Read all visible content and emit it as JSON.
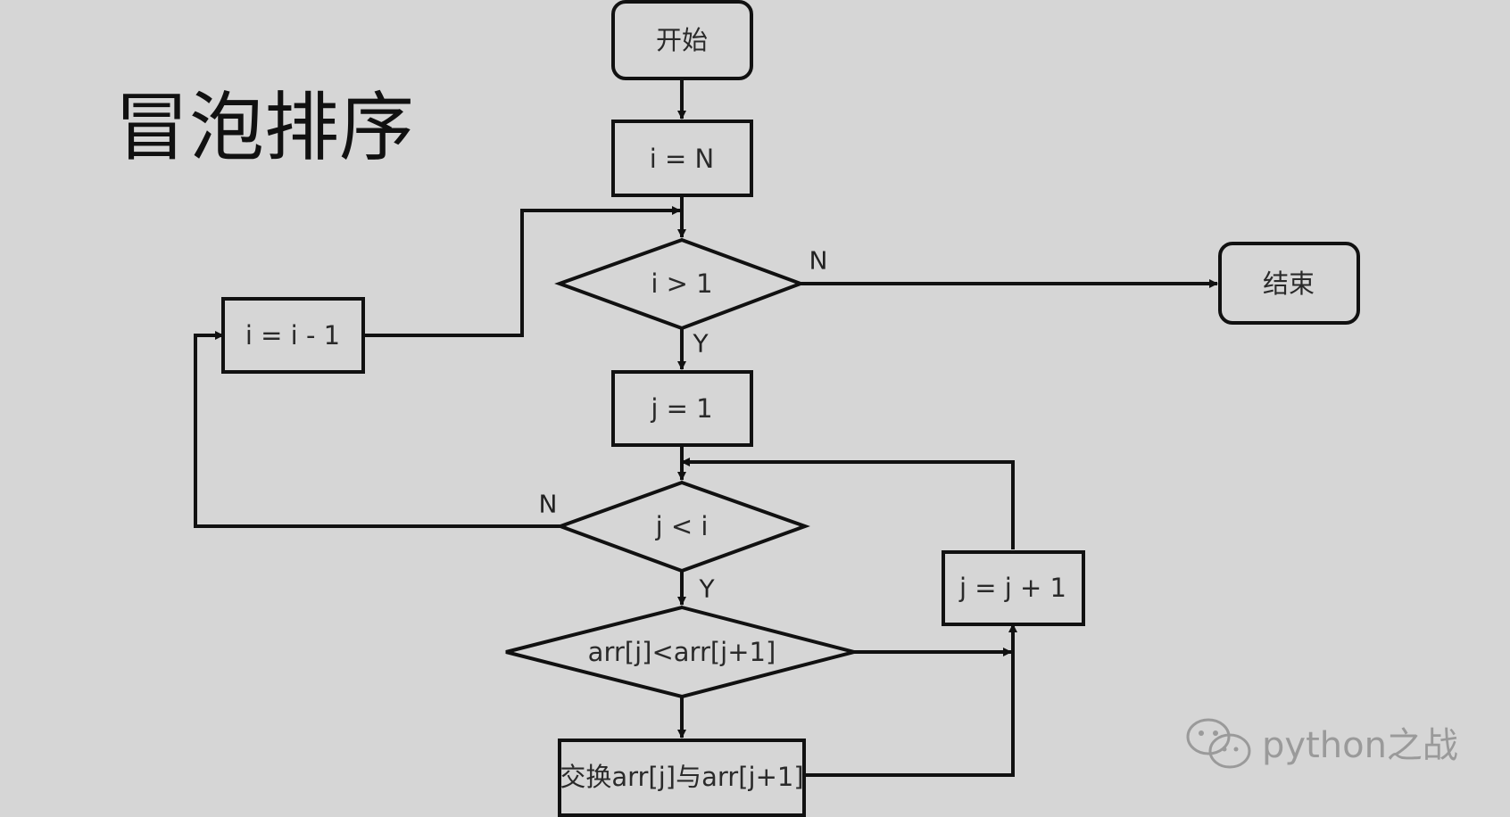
{
  "title": "冒泡排序",
  "nodes": {
    "start": "开始",
    "init_i": "i = N",
    "cond_i": "i > 1",
    "end": "结束",
    "dec_i": "i = i - 1",
    "init_j": "j = 1",
    "cond_j": "j < i",
    "inc_j": "j = j + 1",
    "compare": "arr[j]<arr[j+1]",
    "swap": "交换arr[j]与arr[j+1]"
  },
  "edge_labels": {
    "cond_i_no": "N",
    "cond_i_yes": "Y",
    "cond_j_no": "N",
    "cond_j_yes": "Y"
  },
  "watermark": {
    "text": "python之战",
    "icon": "wechat-icon"
  },
  "colors": {
    "background": "#d6d6d6",
    "stroke": "#111111",
    "watermark": "#9a9a9a"
  }
}
